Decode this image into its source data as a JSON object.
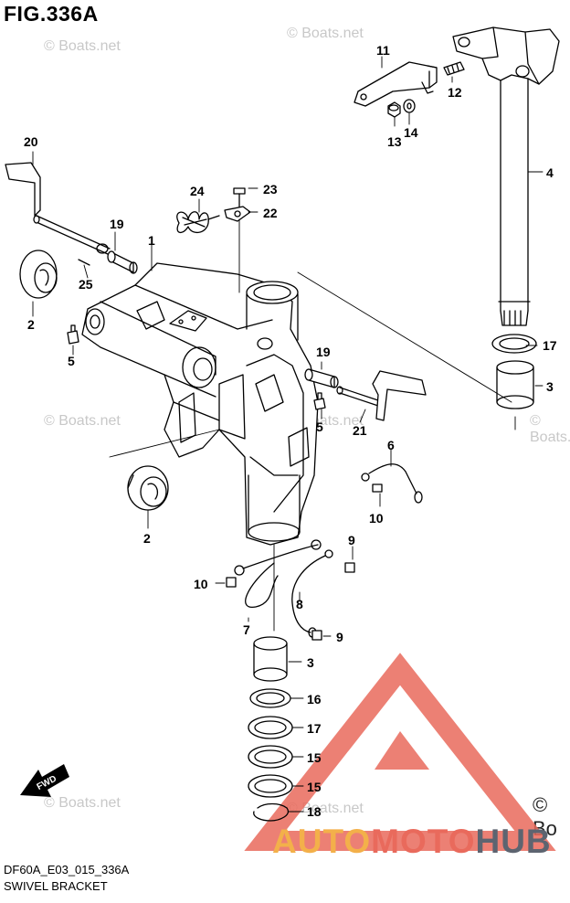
{
  "figure": {
    "title": "FIG.336A",
    "code": "DF60A_E03_015_336A",
    "name": "SWIVEL BRACKET"
  },
  "watermark": {
    "text": "© Boats.net",
    "big_text": "© Bo"
  },
  "logo": {
    "part1": "AUTO",
    "part2": "MOTO",
    "part3": "HUB",
    "colors": {
      "auto": "#f3b04a",
      "moto": "#e96a5c",
      "hub": "#5d6470"
    }
  },
  "fwd_label": "FWD",
  "callouts": {
    "c1": "1",
    "c2a": "2",
    "c2b": "2",
    "c3a": "3",
    "c3b": "3",
    "c4": "4",
    "c5a": "5",
    "c5b": "5",
    "c6": "6",
    "c7": "7",
    "c8": "8",
    "c9a": "9",
    "c9b": "9",
    "c10a": "10",
    "c10b": "10",
    "c11": "11",
    "c12": "12",
    "c13": "13",
    "c14": "14",
    "c15a": "15",
    "c15b": "15",
    "c16": "16",
    "c17a": "17",
    "c17b": "17",
    "c18": "18",
    "c19a": "19",
    "c19b": "19",
    "c20": "20",
    "c21": "21",
    "c22": "22",
    "c23": "23",
    "c24": "24",
    "c25": "25"
  }
}
